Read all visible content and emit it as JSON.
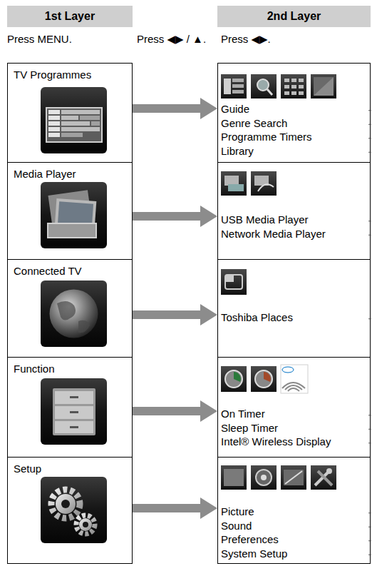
{
  "diagram": {
    "nodes": [
      {
        "text": [
          "1st Layer"
        ]
      },
      {
        "text": [
          "2nd Layer"
        ]
      },
      {
        "text": [
          "TV Programmes"
        ]
      },
      {
        "text": [
          "Guide",
          "Genre Search",
          "Programme Timers",
          "Library"
        ]
      },
      {
        "text": [
          "Media Player"
        ]
      },
      {
        "text": [
          "USB Media Player",
          "Network Media Player"
        ]
      },
      {
        "text": [
          "Connected TV"
        ]
      },
      {
        "text": [
          "Toshiba Places"
        ]
      },
      {
        "text": [
          "Function"
        ]
      },
      {
        "text": [
          "On Timer",
          "Sleep Timer",
          "Intel® Wireless Display"
        ]
      },
      {
        "text": [
          "Setup"
        ]
      },
      {
        "text": [
          "Picture",
          "Sound",
          "Preferences",
          "System Setup"
        ]
      }
    ],
    "edges": [
      {
        "from": 2,
        "to": 3,
        "arrow": "to"
      },
      {
        "from": 4,
        "to": 5,
        "arrow": "to"
      },
      {
        "from": 6,
        "to": 7,
        "arrow": "to"
      },
      {
        "from": 8,
        "to": 9,
        "arrow": "to"
      },
      {
        "from": 10,
        "to": 11,
        "arrow": "to"
      }
    ],
    "labels": [
      "Press MENU.",
      "Press ◀▶ / ▲.",
      "Press ◀▶.",
      "WiDi"
    ]
  }
}
